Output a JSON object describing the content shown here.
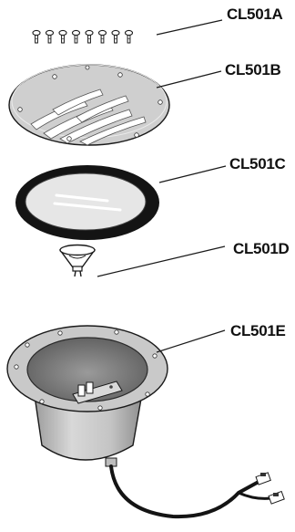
{
  "parts": [
    {
      "id": "a",
      "code": "CL501A",
      "name": "screws"
    },
    {
      "id": "b",
      "code": "CL501B",
      "name": "louvered-grille"
    },
    {
      "id": "c",
      "code": "CL501C",
      "name": "lens-gasket-ring"
    },
    {
      "id": "d",
      "code": "CL501D",
      "name": "mr16-lamp"
    },
    {
      "id": "e",
      "code": "CL501E",
      "name": "housing-with-leads"
    }
  ],
  "colors": {
    "outline": "#1a1a1a",
    "metal": "#c9c9c9",
    "metal_dark": "#8f8f8f",
    "gasket": "#141414",
    "lens": "#e6e6e6",
    "housing_inner": "#7a7a7a"
  }
}
